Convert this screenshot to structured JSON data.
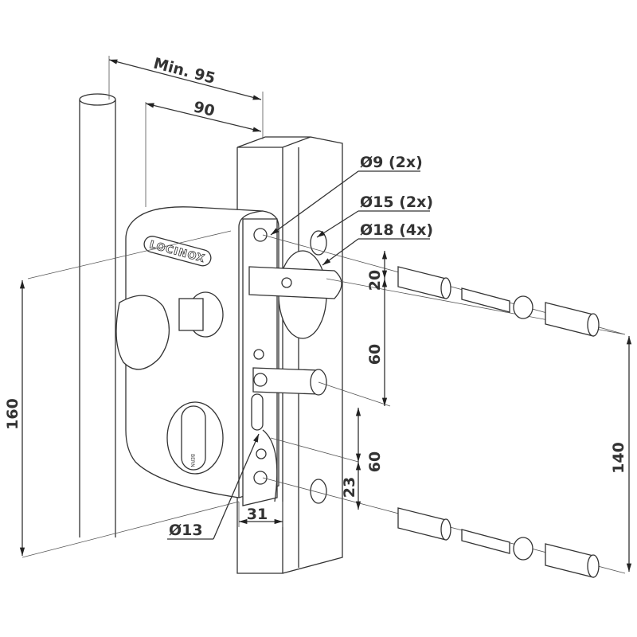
{
  "brand": {
    "logo": "LOCINOX",
    "cylinder_mark": "BERN"
  },
  "dimensions": {
    "min_width": "Min. 95",
    "width": "90",
    "hole_9": "Ø9 (2x)",
    "hole_15": "Ø15 (2x)",
    "hole_18": "Ø18 (4x)",
    "top_offset": "20",
    "bolt_spacing": "60",
    "lower_spacing": "60",
    "bottom_offset": "23",
    "fixing_distance": "140",
    "height": "160",
    "cylinder_hole": "Ø13",
    "depth": "31"
  }
}
